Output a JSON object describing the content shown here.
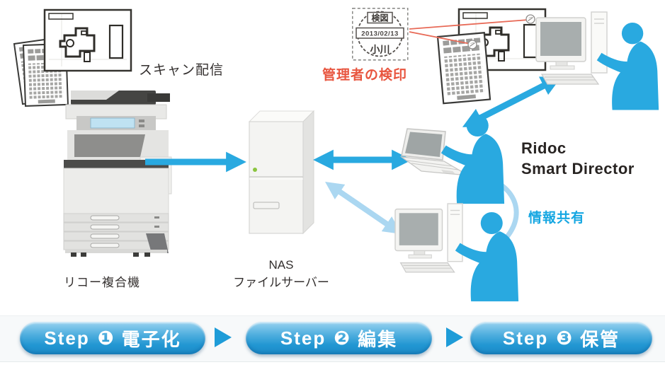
{
  "labels": {
    "scan": "スキャン配信",
    "stamp_caption": "管理者の検印",
    "mfp": "リコー複合機",
    "nas_line1": "NAS",
    "nas_line2": "ファイルサーバー",
    "product_line1": "Ridoc",
    "product_line2": "Smart Director",
    "share": "情報共有"
  },
  "stamp": {
    "top": "検図",
    "date": "2013/02/13",
    "name": "小川"
  },
  "steps": [
    {
      "prefix": "Step",
      "num": "❶",
      "title": "電子化"
    },
    {
      "prefix": "Step",
      "num": "❷",
      "title": "編集"
    },
    {
      "prefix": "Step",
      "num": "❸",
      "title": "保管"
    }
  ],
  "colors": {
    "arrow_blue": "#29a9e0",
    "arrow_light_blue": "#abd7f1",
    "person_blue": "#29a9e0",
    "accent_red": "#e8553f",
    "red_line": "#e86a57",
    "share_blue": "#16a7e2",
    "step_gradient_top": "#9ad3f0",
    "step_gradient_bottom": "#1d8cc8",
    "triangle_blue": "#1e9cd8",
    "nas_led_green": "#8bc53f"
  }
}
